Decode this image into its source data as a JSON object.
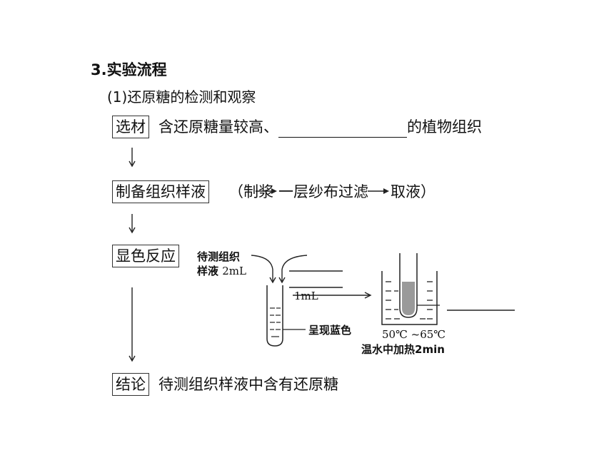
{
  "title": "3.实验流程",
  "subtitle": "(1)还原糖的检测和观察",
  "steps": [
    {
      "box": "选材",
      "text_before": "含还原糖量较高、",
      "text_after": "的植物组织"
    },
    {
      "box": "制备组织样液",
      "text": "（制浆",
      "text_mid": "一层纱布过滤",
      "text_end": "取液）"
    },
    {
      "box": "显色反应"
    },
    {
      "box": "结论",
      "text": "待测组织样液中含有还原糖"
    }
  ],
  "diagram": {
    "sample_label_line1": "待测组织",
    "sample_label_line2": "样液",
    "sample_volume": "2mL",
    "reagent_volume": "1mL",
    "color_label": "呈现蓝色",
    "temperature": "50℃ ~65℃",
    "heating": "温水中加热2min"
  }
}
